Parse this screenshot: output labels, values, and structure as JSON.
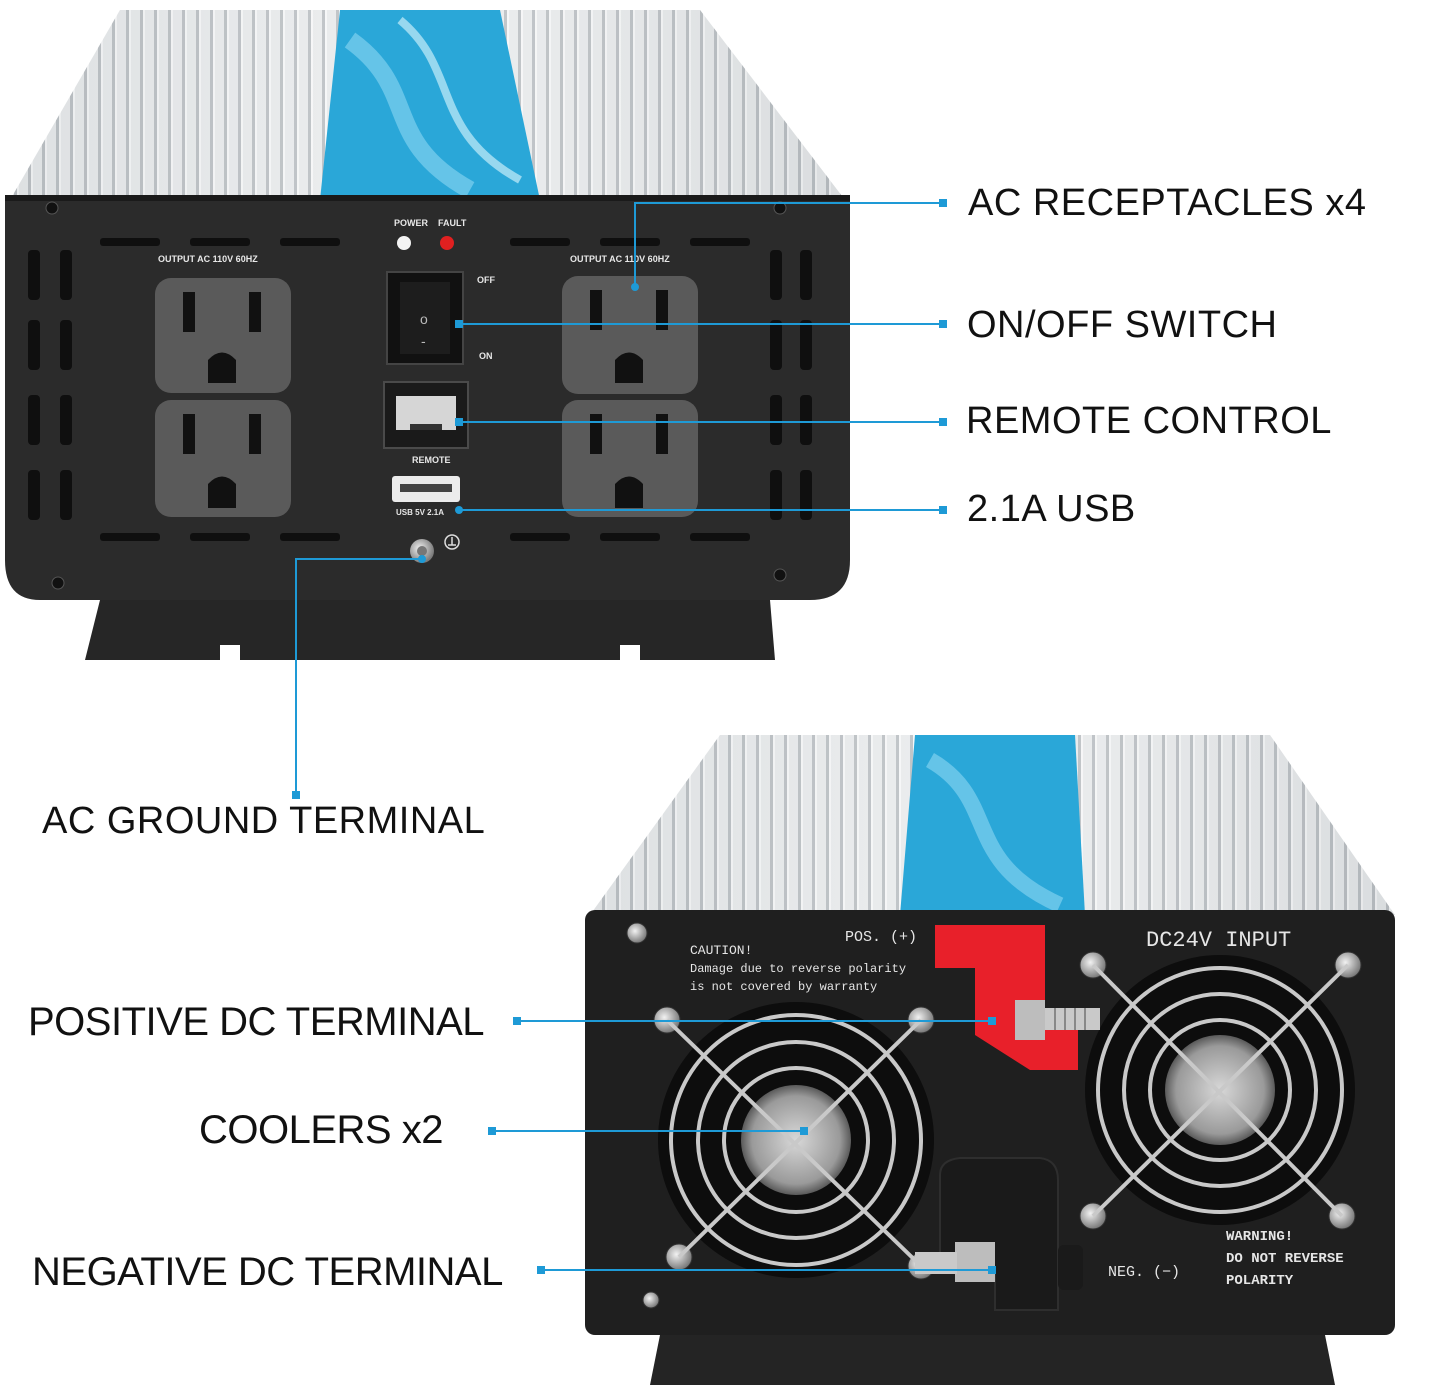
{
  "callouts": {
    "ac_receptacles": "AC RECEPTACLES x4",
    "on_off_switch": "ON/OFF SWITCH",
    "remote_control": "REMOTE CONTROL",
    "usb": "2.1A USB",
    "ac_ground": "AC GROUND TERMINAL",
    "positive_dc": "POSITIVE DC TERMINAL",
    "coolers": "COOLERS x2",
    "negative_dc": "NEGATIVE DC TERMINAL"
  },
  "front_panel": {
    "power_label": "POWER",
    "fault_label": "FAULT",
    "output_left": "OUTPUT AC 110V 60HZ",
    "output_right": "OUTPUT AC 110V 60HZ",
    "switch_off": "OFF",
    "switch_on": "ON",
    "remote_label": "REMOTE",
    "usb_label": "USB 5V 2.1A"
  },
  "rear_panel": {
    "pos_label": "POS. (+)",
    "input_label": "DC24V  INPUT",
    "caution_lines": [
      "CAUTION!",
      "Damage due to reverse polarity",
      "is not covered by warranty"
    ],
    "neg_label": "NEG. (−)",
    "warning_lines": [
      "WARNING!",
      "DO NOT REVERSE",
      "POLARITY"
    ]
  },
  "colors": {
    "leader_line": "#1e9ad6",
    "panel": "#2b2b2b",
    "label_stripe": "#2aa7d8",
    "housing": "#d9dcdf",
    "positive_cap": "#e8202a",
    "negative_cap": "#1a1a1a",
    "fault_led": "#e02020"
  }
}
